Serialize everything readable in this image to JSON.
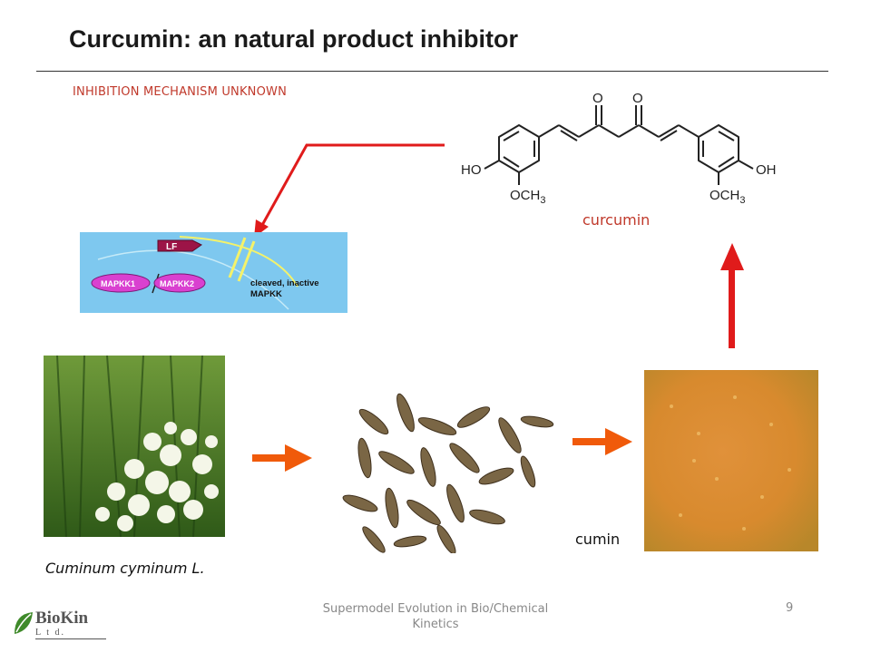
{
  "slide": {
    "title": "Curcumin: an natural product inhibitor",
    "subtitle": "INHIBITION MECHANISM UNKNOWN",
    "compound_label": "curcumin",
    "spice_label": "cumin",
    "species_label": "Cuminum cyminum L.",
    "footer": "Supermodel Evolution in Bio/Chemical Kinetics",
    "page_number": "9"
  },
  "structure": {
    "ho_left": "HO",
    "oh_right": "OH",
    "o_top_left": "O",
    "o_top_right": "O",
    "och3_left": "OCH",
    "och3_right": "OCH",
    "sub3": "3"
  },
  "pathway": {
    "lf_label": "LF",
    "mapkk1": "MAPKK1",
    "mapkk2": "MAPKK2",
    "cleaved_line1": "cleaved, inactive",
    "cleaved_line2": "MAPKK"
  },
  "logo": {
    "name": "BioKin",
    "suffix": "L t d."
  },
  "colors": {
    "accent_red": "#c0392b",
    "arrow_red": "#e01b1b",
    "arrow_orange": "#f05a0a",
    "pathway_bg": "#7ec8ef"
  }
}
